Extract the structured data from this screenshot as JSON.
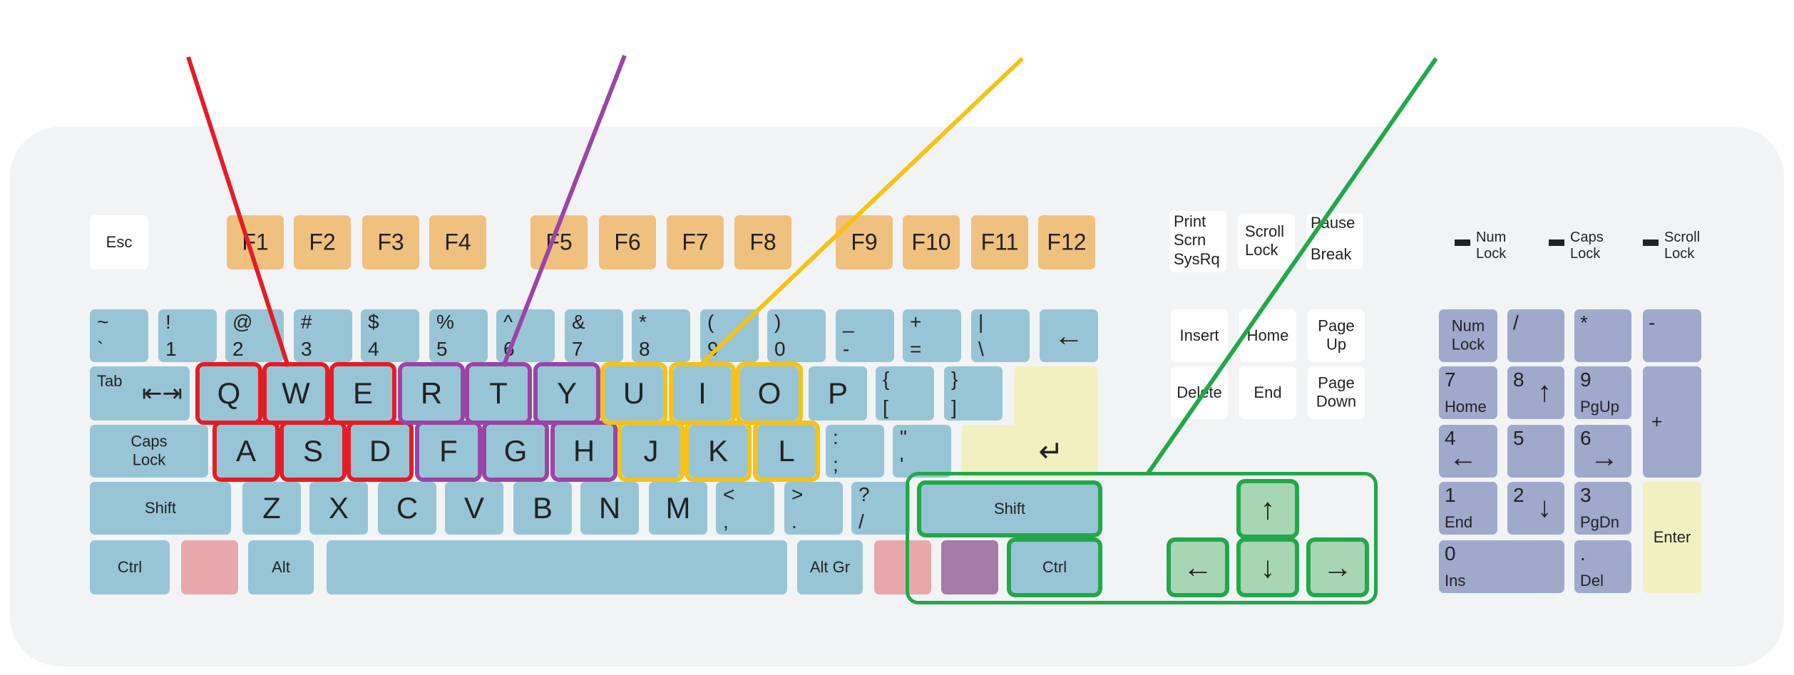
{
  "esc": "Esc",
  "fkeys": [
    "F1",
    "F2",
    "F3",
    "F4",
    "F5",
    "F6",
    "F7",
    "F8",
    "F9",
    "F10",
    "F11",
    "F12"
  ],
  "system": {
    "print": [
      "Print",
      "Scrn",
      "SysRq"
    ],
    "scroll": [
      "Scroll",
      "Lock"
    ],
    "pause": "Pause",
    "break": "Break"
  },
  "leds": [
    [
      "Num",
      "Lock"
    ],
    [
      "Caps",
      "Lock"
    ],
    [
      "Scroll",
      "Lock"
    ]
  ],
  "row1": [
    [
      "~",
      "`"
    ],
    [
      "!",
      "1"
    ],
    [
      "@",
      "2"
    ],
    [
      "#",
      "3"
    ],
    [
      "$",
      "4"
    ],
    [
      "%",
      "5"
    ],
    [
      "^",
      "6"
    ],
    [
      "&",
      "7"
    ],
    [
      "*",
      "8"
    ],
    [
      "(",
      "9"
    ],
    [
      ")",
      "0"
    ],
    [
      "_",
      "-"
    ],
    [
      "+",
      "="
    ],
    [
      "|",
      "\\"
    ]
  ],
  "backspace": "←",
  "tab": "Tab",
  "tab_glyph": "⇤⇥",
  "row2": [
    "Q",
    "W",
    "E",
    "R",
    "T",
    "Y",
    "U",
    "I",
    "O",
    "P"
  ],
  "row2_sym": [
    [
      "{",
      "["
    ],
    [
      "}",
      "]"
    ]
  ],
  "caps": [
    "Caps",
    "Lock"
  ],
  "row3": [
    "A",
    "S",
    "D",
    "F",
    "G",
    "H",
    "J",
    "K",
    "L"
  ],
  "row3_sym": [
    [
      ":",
      ";"
    ],
    [
      "\"",
      "'"
    ]
  ],
  "enter_glyph": "↵",
  "shift": "Shift",
  "row4": [
    "Z",
    "X",
    "C",
    "V",
    "B",
    "N",
    "M"
  ],
  "row4_sym": [
    [
      "<",
      ","
    ],
    [
      ">",
      "."
    ],
    [
      "?",
      "/"
    ]
  ],
  "shift_r": "Shift",
  "ctrl": "Ctrl",
  "alt": "Alt",
  "altgr": "Alt Gr",
  "ctrl_r": "Ctrl",
  "nav": {
    "insert": "Insert",
    "home": "Home",
    "pageup": [
      "Page",
      "Up"
    ],
    "delete": "Delete",
    "end": "End",
    "pagedown": [
      "Page",
      "Down"
    ]
  },
  "arrows": {
    "up": "↑",
    "left": "←",
    "down": "↓",
    "right": "→"
  },
  "numpad": {
    "numlock": [
      "Num",
      "Lock"
    ],
    "slash": "/",
    "star": "*",
    "minus": "-",
    "n7": [
      "7",
      "Home"
    ],
    "n8": [
      "8",
      "↑"
    ],
    "n9": [
      "9",
      "PgUp"
    ],
    "plus": "+",
    "n4": [
      "4",
      "←"
    ],
    "n5": "5",
    "n6": [
      "6",
      "→"
    ],
    "n1": [
      "1",
      "End"
    ],
    "n2": [
      "2",
      "↓"
    ],
    "n3": [
      "3",
      "PgDn"
    ],
    "enter": "Enter",
    "n0": [
      "0",
      "Ins"
    ],
    "dot": [
      ".",
      "Del"
    ]
  },
  "colors": {
    "finger_red": "#e31d25",
    "finger_purple": "#9a44a6",
    "finger_yellow": "#f6c215",
    "finger_green": "#22a84a",
    "key_blue": "#98c5d6",
    "function_orange": "#efc07e",
    "numpad_slate": "#9ea9cc",
    "enter_cream": "#f2f0c0",
    "arrow_green": "#a8d5b4",
    "windows_pink": "#e8a8ab",
    "menu_purple": "#a57aa9"
  }
}
